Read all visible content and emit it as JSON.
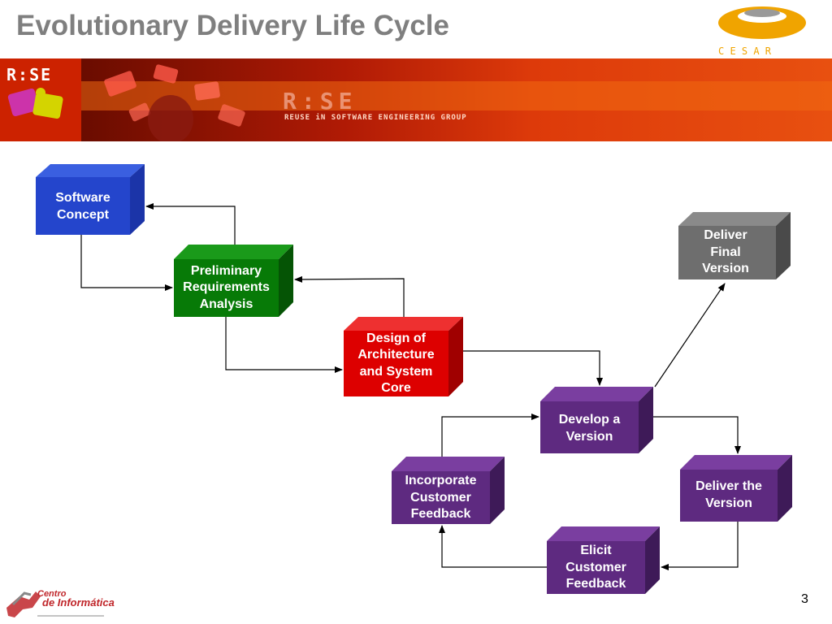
{
  "slide": {
    "title": "Evolutionary Delivery Life Cycle",
    "page_number": "3"
  },
  "header": {
    "cesar_logo_text": "C E S A R",
    "banner_brand": "R:SE",
    "banner_tagline": "REUSE iN SOFTWARE ENGINEERING GROUP"
  },
  "footer": {
    "logo_line1": "Centro",
    "logo_line2": "de Informática"
  },
  "boxes": {
    "software_concept": "Software\nConcept",
    "preliminary_requirements": "Preliminary\nRequirements\nAnalysis",
    "design_architecture": "Design of\nArchitecture\nand System\nCore",
    "develop_version": "Develop a\nVersion",
    "deliver_final_version": "Deliver\nFinal\nVersion",
    "incorporate_feedback": "Incorporate\nCustomer\nFeedback",
    "deliver_the_version": "Deliver the\nVersion",
    "elicit_feedback": "Elicit\nCustomer\nFeedback"
  },
  "colors": {
    "title": "#7f7f7f",
    "blue": "#2445cc",
    "green": "#077a07",
    "red": "#dd0000",
    "purple": "#5e2a80",
    "gray": "#6e6e6e",
    "orange": "#f0a400",
    "banner_red": "#cc2200"
  }
}
